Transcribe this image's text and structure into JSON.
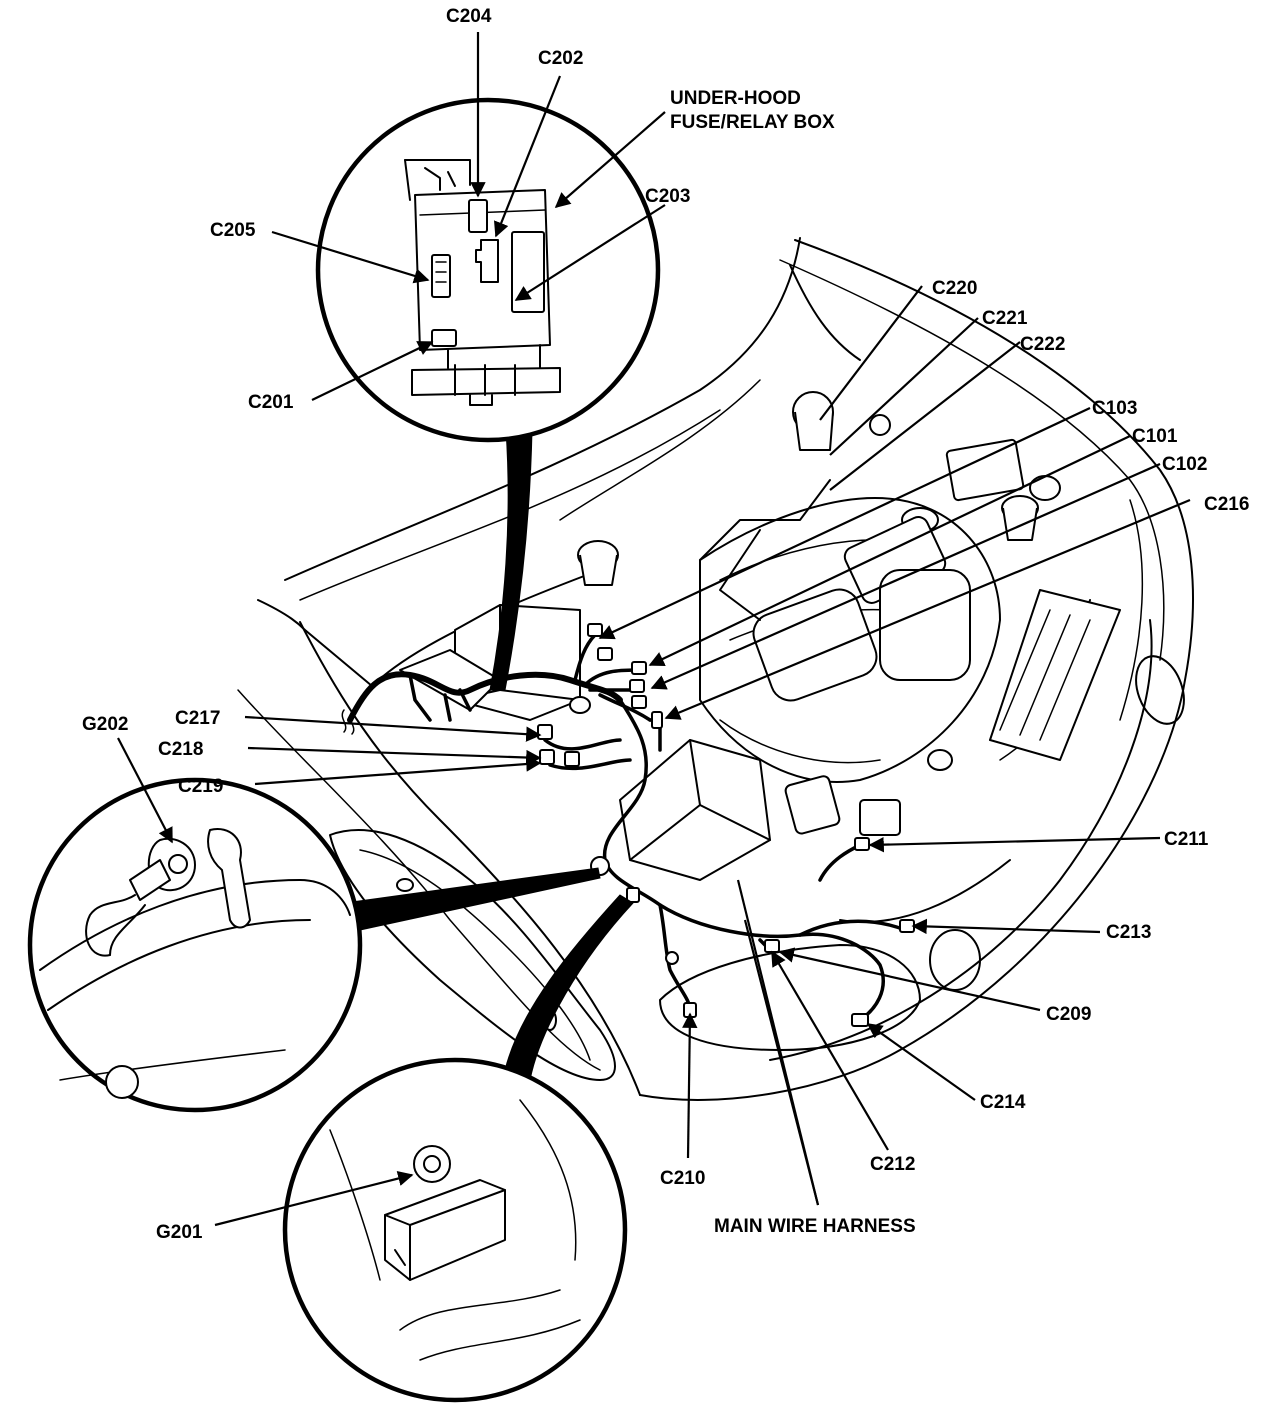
{
  "labels": {
    "c204": "C204",
    "c202": "C202",
    "fuse_box_line1": "UNDER-HOOD",
    "fuse_box_line2": "FUSE/RELAY BOX",
    "c203": "C203",
    "c205": "C205",
    "c201": "C201",
    "c220": "C220",
    "c221": "C221",
    "c222": "C222",
    "c103": "C103",
    "c101": "C101",
    "c102": "C102",
    "c216": "C216",
    "g202": "G202",
    "c217": "C217",
    "c218": "C218",
    "c219": "C219",
    "c211": "C211",
    "c213": "C213",
    "c209": "C209",
    "c214": "C214",
    "c210": "C210",
    "c212": "C212",
    "g201": "G201",
    "main_harness": "MAIN WIRE HARNESS"
  },
  "colors": {
    "ink": "#000000",
    "paper": "#ffffff"
  }
}
